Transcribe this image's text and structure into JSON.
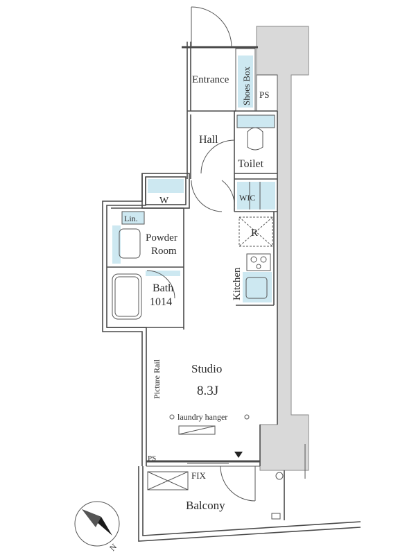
{
  "rooms": {
    "entrance": "Entrance",
    "shoes_box": "Shoes Box",
    "ps_top": "PS",
    "hall": "Hall",
    "toilet": "Toilet",
    "w": "W",
    "wic": "WIC",
    "lin": "Lin.",
    "powder_room_line1": "Powder",
    "powder_room_line2": "Room",
    "r": "R",
    "kitchen": "Kitchen",
    "bath_line1": "Bath",
    "bath_line2": "1014",
    "picture_rail": "Picture Rail",
    "studio": "Studio",
    "studio_size": "8.3J",
    "laundry_hanger": "laundry hanger",
    "ps_bottom": "PS",
    "fix": "FIX",
    "balcony": "Balcony"
  },
  "compass": {
    "label": "N"
  },
  "colors": {
    "fixture_blue": "#cde8f1",
    "column_gray": "#d9d9d9",
    "wall": "#4a4a4a"
  }
}
